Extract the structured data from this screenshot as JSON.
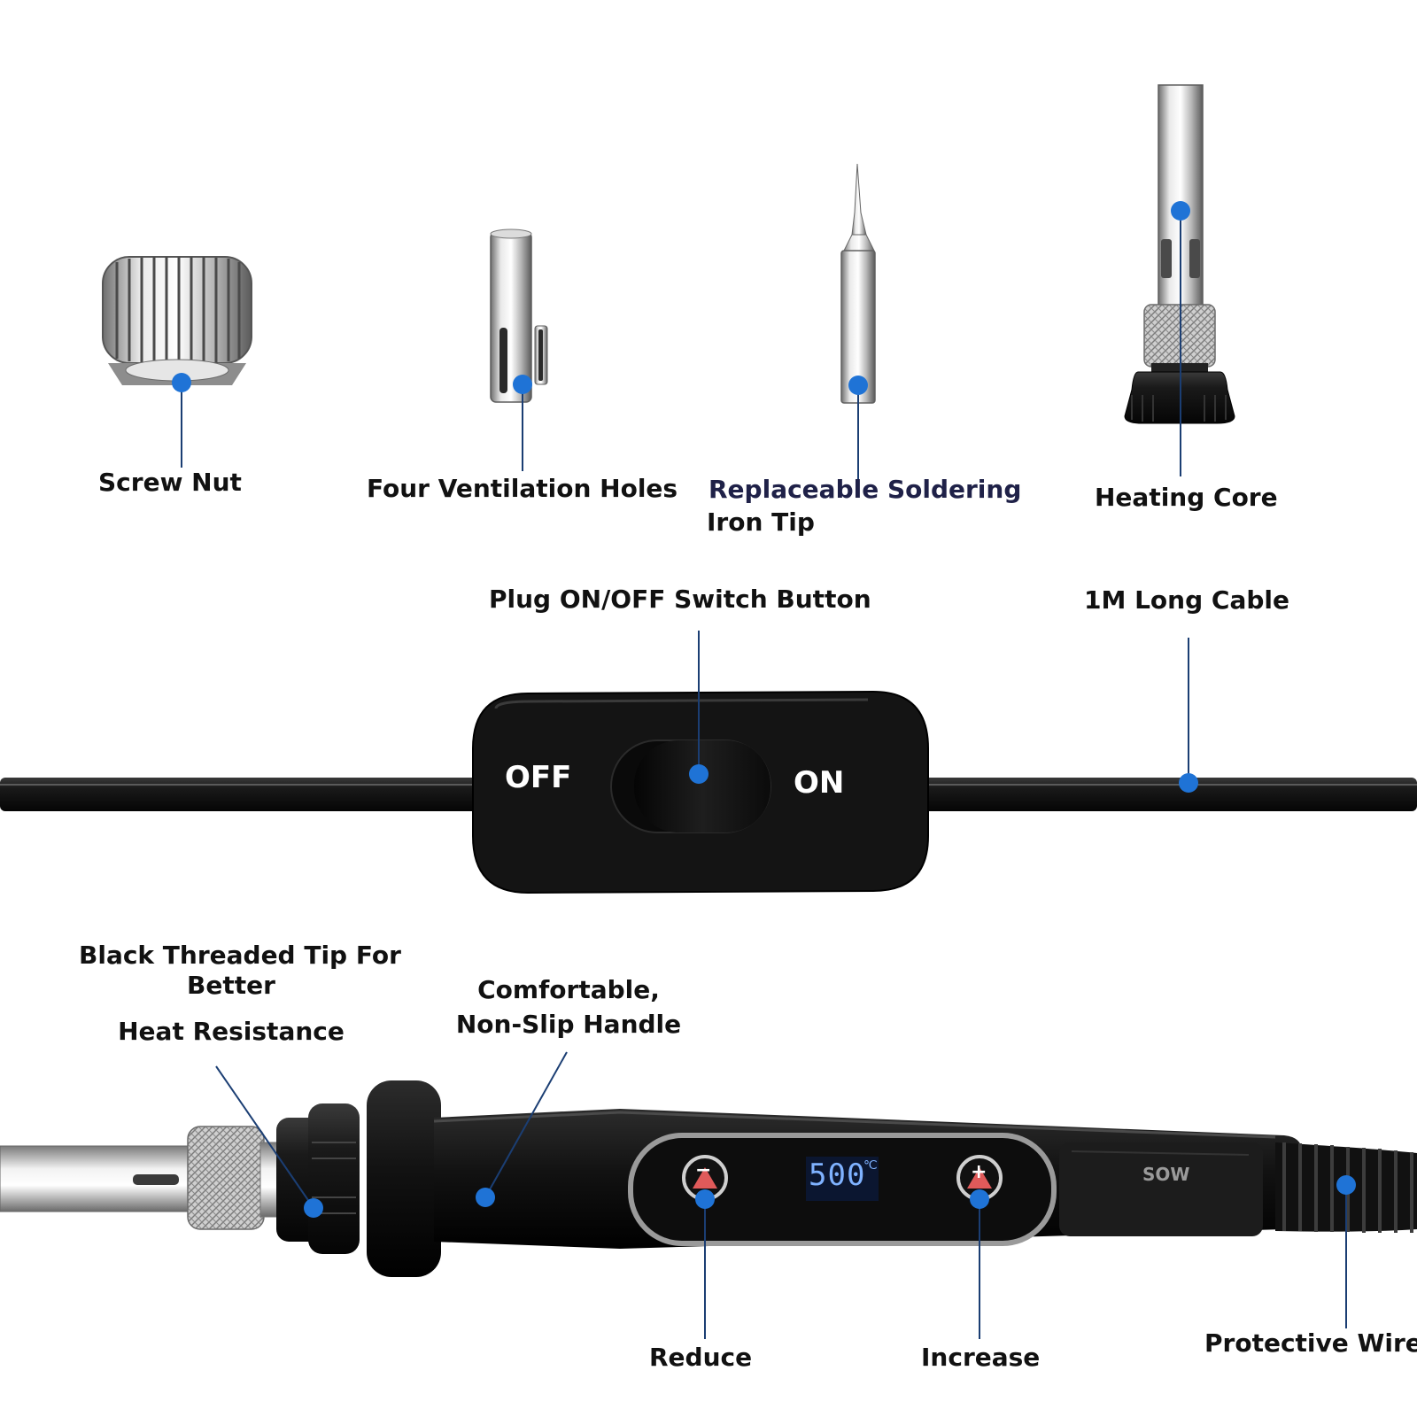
{
  "colors": {
    "accent_dot": "#1f73d6",
    "leader": "#1b3e73",
    "label_text": "#111111",
    "label_navy": "#1f2148",
    "switch_body": "#151515",
    "lcd": "#7fb2ff"
  },
  "labels": {
    "screw_nut": "Screw Nut",
    "ventilation_holes": "Four Ventilation Holes",
    "soldering_tip_line1": "Replaceable Soldering",
    "soldering_tip_line2": "Iron Tip",
    "heating_core": "Heating Core",
    "switch_button": "Plug ON/OFF Switch Button",
    "long_cable": "1M Long Cable",
    "black_tip_line1": "Black Threaded Tip For",
    "black_tip_line2": "Better",
    "black_tip_line3": "Heat Resistance",
    "handle_line1": "Comfortable,",
    "handle_line2": "Non-Slip Handle",
    "reduce": "Reduce",
    "increase": "Increase",
    "protective_wire": "Protective Wire"
  },
  "switch": {
    "off": "OFF",
    "on": "ON"
  },
  "display": {
    "temperature": "500",
    "unit": "℃",
    "brand": "SOW",
    "minus": "−",
    "plus": "+"
  }
}
